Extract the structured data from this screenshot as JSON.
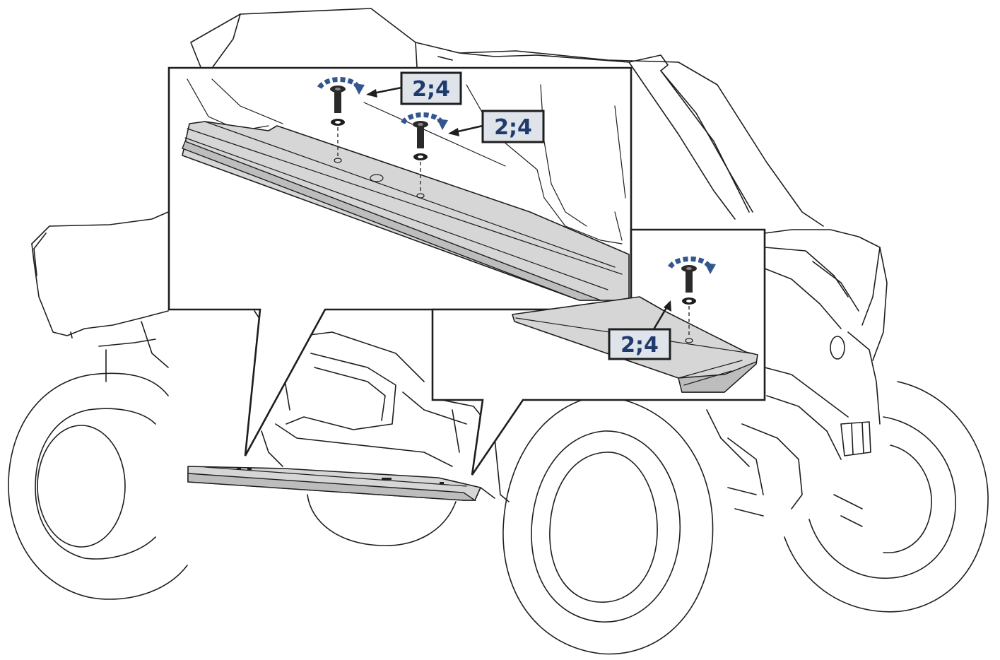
{
  "callouts": [
    {
      "id": "top-left",
      "label": "2;4"
    },
    {
      "id": "top-right",
      "label": "2;4"
    },
    {
      "id": "detail-right",
      "label": "2;4"
    }
  ],
  "colors": {
    "label_fill": "#dfe3ea",
    "label_text": "#1f3b6e",
    "rotation_arrow": "#34568f",
    "rail_fill": "#d6d6d6",
    "outline": "#1e1e1e"
  },
  "icons": [
    "bolt-icon",
    "washer-icon",
    "rotation-arrow-icon",
    "leader-arrow-icon"
  ]
}
